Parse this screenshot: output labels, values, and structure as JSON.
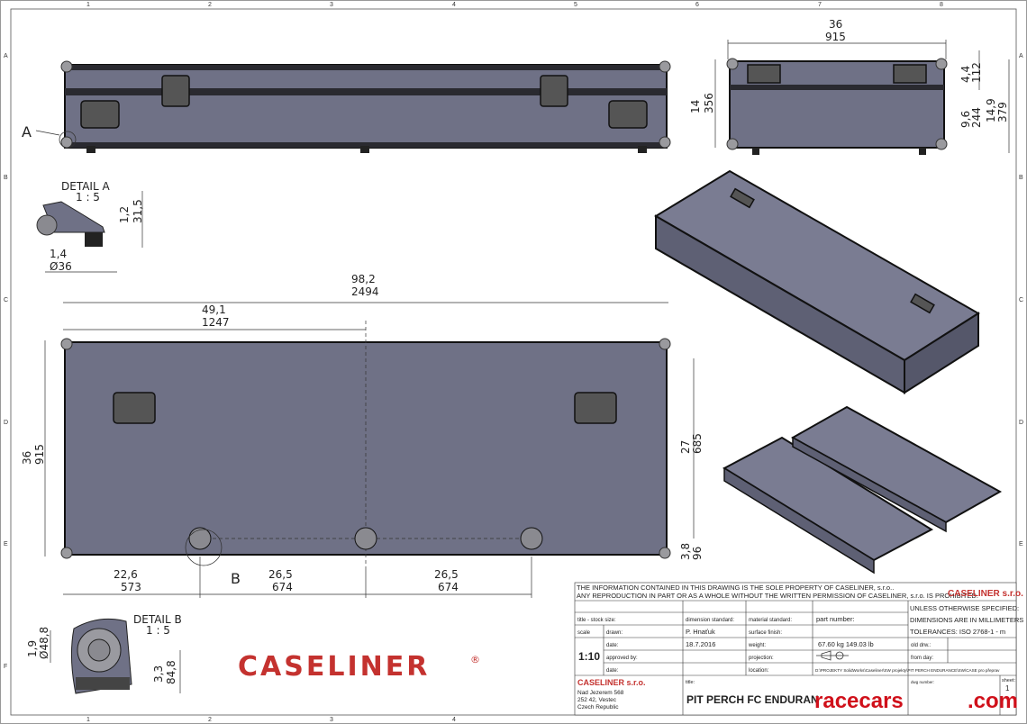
{
  "frame": {
    "columns": [
      "1",
      "2",
      "3",
      "4",
      "5",
      "6",
      "7",
      "8"
    ],
    "rows": [
      "A",
      "B",
      "C",
      "D",
      "E",
      "F"
    ]
  },
  "front_view": {
    "detail_marker": "A"
  },
  "side_view": {
    "width_in": "36",
    "width_mm": "915",
    "height_in": "14",
    "height_mm": "356",
    "lid_in": "4,4",
    "lid_mm": "112",
    "base_in": "9,6",
    "base_mm": "244",
    "total_in": "14,9",
    "total_mm": "379"
  },
  "detail_a": {
    "title": "DETAIL A",
    "scale": "1 : 5",
    "h_in": "1,2",
    "h_mm": "31,5",
    "d_in": "1,4",
    "d_mm": "Ø36"
  },
  "plan_view": {
    "length_in": "98,2",
    "length_mm": "2494",
    "half_in": "49,1",
    "half_mm": "1247",
    "width_in": "36",
    "width_mm": "915",
    "inner_in": "27",
    "inner_mm": "685",
    "edge_in": "3,8",
    "edge_mm": "96",
    "wheel_offset_in": "22,6",
    "wheel_offset_mm": "573",
    "pitch1_in": "26,5",
    "pitch1_mm": "674",
    "pitch2_in": "26,5",
    "pitch2_mm": "674",
    "detail_marker": "B"
  },
  "detail_b": {
    "title": "DETAIL B",
    "scale": "1 : 5",
    "d_in": "1,9",
    "d_mm": "Ø48,8",
    "h_in": "3,3",
    "h_mm": "84,8"
  },
  "logo": {
    "text": "CASELINER",
    "mark": "®",
    "color": "#c4322f"
  },
  "title_block": {
    "notice_1": "THE INFORMATION CONTAINED IN THIS DRAWING IS THE SOLE PROPERTY OF CASELINER, s.r.o..",
    "notice_2": "ANY REPRODUCTION IN PART OR AS A WHOLE WITHOUT THE WRITTEN PERMISSION OF CASELINER, s.r.o. IS PROHIBITED.",
    "company_header": "CASELINER s.r.o.",
    "unless_1": "UNLESS OTHERWISE SPECIFIED:",
    "unless_2": "DIMENSIONS ARE IN MILLIMETERS",
    "unless_3": "TOLERANCES:  ISO 2768-1 - m",
    "title_stock_label": "title - stock size:",
    "dimension_standard_label": "dimension standard:",
    "material_standard_label": "material standard:",
    "part_number_label": "part number:",
    "scale_label": "scale",
    "drawn_label": "drawn:",
    "drawn_value": "P. Hnaťuk",
    "surface_finish_label": "surface finish:",
    "scale_value": "1:10",
    "date_label": "date:",
    "date_value": "18.7.2016",
    "weight_label": "weight:",
    "weight_value": "67.60 kg   149.03 lb",
    "old_drw_label": "old drw.:",
    "approved_label": "approved by:",
    "projection_label": "projection:",
    "from_day_label": "from day:",
    "date2_label": "date:",
    "location_label": "location:",
    "location_value": "D:\\PROJEKTY SolidWorks\\Caseliner\\SW projekty\\PIT PERCH ENDURANCE\\SW\\CASE pro přeprav",
    "company_name": "CASELINER s.r.o.",
    "address_1": "Nad Jezerem 568",
    "address_2": "252 42, Vestec",
    "address_3": "Czech Republic",
    "title_label": "title:",
    "title_value": "PIT PERCH FC ENDURAN",
    "dwg_label": "dwg number:",
    "sheet_label": "sheet:",
    "sheet_value": "1"
  },
  "watermark": {
    "left": "racecars",
    "right": ".com",
    "color": "#d0101a"
  }
}
